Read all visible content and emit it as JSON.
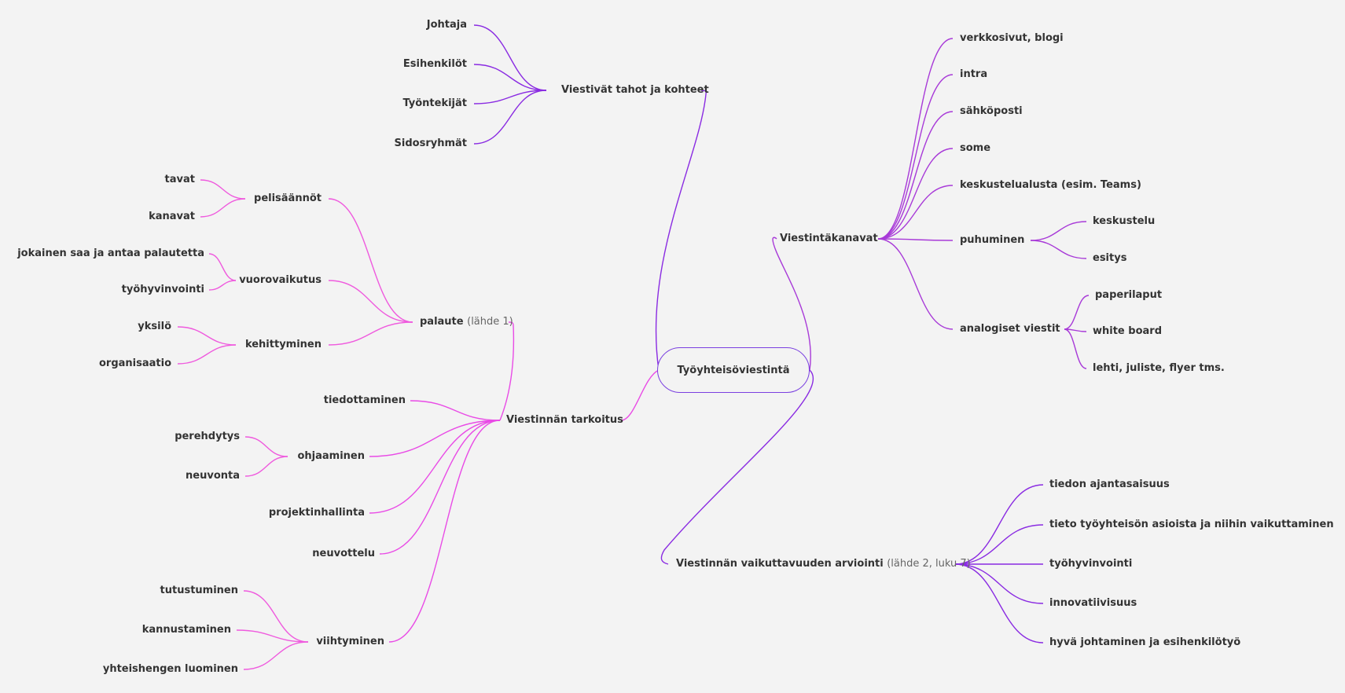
{
  "colors": {
    "violet": "#8a2be2",
    "purple": "#a83ad8",
    "magenta": "#e94be6",
    "pink": "#ef5ade",
    "root_border": "#7a3fe0"
  },
  "root": "Työyhteisöviestintä",
  "branches": {
    "viestivat": {
      "label": "Viestivät tahot ja kohteet",
      "items": [
        "Johtaja",
        "Esihenkilöt",
        "Työntekijät",
        "Sidosryhmät"
      ]
    },
    "kanavat": {
      "label": "Viestintäkanavat",
      "items": {
        "verkkosivut": "verkkosivut, blogi",
        "intra": "intra",
        "sahkoposti": "sähköposti",
        "some": "some",
        "keskustelualusta": "keskustelualusta (esim. Teams)",
        "puhuminen": {
          "label": "puhuminen",
          "items": [
            "keskustelu",
            "esitys"
          ]
        },
        "analogiset": {
          "label": "analogiset viestit",
          "items": [
            "paperilaput",
            "white board",
            "lehti, juliste, flyer tms."
          ]
        }
      }
    },
    "tarkoitus": {
      "label": "Viestinnän tarkoitus",
      "palaute": {
        "label": "palaute",
        "note": "(lähde 1)",
        "pelisaannot": {
          "label": "pelisäännöt",
          "items": [
            "tavat",
            "kanavat"
          ]
        },
        "vuorovaikutus": {
          "label": "vuorovaikutus",
          "items": [
            "jokainen saa ja antaa palautetta",
            "työhyvinvointi"
          ]
        },
        "kehittyminen": {
          "label": "kehittyminen",
          "items": [
            "yksilö",
            "organisaatio"
          ]
        }
      },
      "tiedottaminen": "tiedottaminen",
      "ohjaaminen": {
        "label": "ohjaaminen",
        "items": [
          "perehdytys",
          "neuvonta"
        ]
      },
      "projektinhallinta": "projektinhallinta",
      "neuvottelu": "neuvottelu",
      "viihtyminen": {
        "label": "viihtyminen",
        "items": [
          "tutustuminen",
          "kannustaminen",
          "yhteishengen luominen"
        ]
      }
    },
    "vaikuttavuus": {
      "label": "Viestinnän vaikuttavuuden arviointi",
      "note": "(lähde 2, luku 7)",
      "items": [
        "tiedon ajantasaisuus",
        "tieto työyhteisön asioista ja niihin vaikuttaminen",
        "työhyvinvointi",
        "innovatiivisuus",
        "hyvä johtaminen ja esihenkilötyö"
      ]
    }
  }
}
